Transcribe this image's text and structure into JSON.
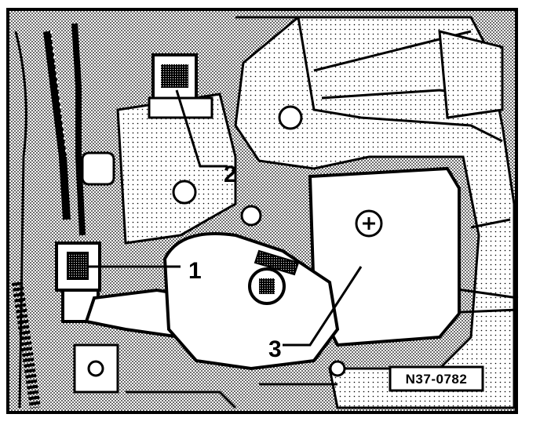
{
  "figure": {
    "callouts": [
      {
        "label": "1"
      },
      {
        "label": "2"
      },
      {
        "label": "3"
      }
    ],
    "reference_code": "N37-0782"
  },
  "colors": {
    "ink": "#000000",
    "paper": "#ffffff",
    "tone": "#8a8a8a"
  }
}
